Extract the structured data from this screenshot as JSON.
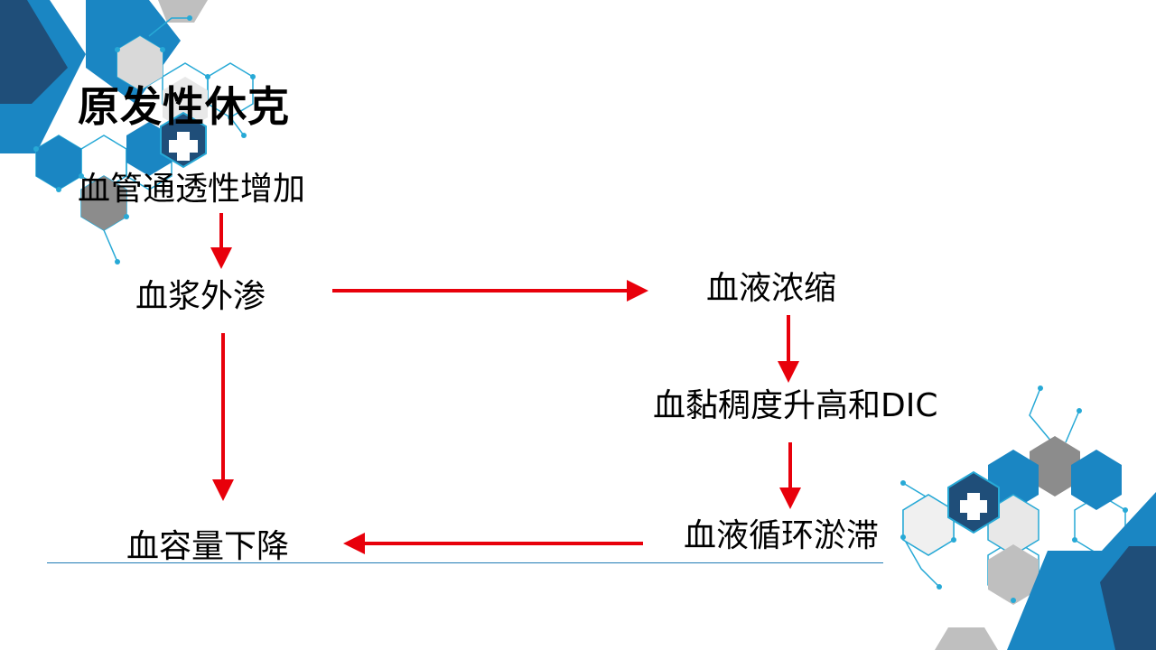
{
  "slide": {
    "title": "原发性休克",
    "nodes": {
      "vascular_permeability": "血管通透性增加",
      "plasma_leakage": "血浆外渗",
      "hemoconcentration": "血液浓缩",
      "viscosity_dic": "血黏稠度升高和DIC",
      "circulatory_stasis": "血液循环淤滞",
      "volume_decrease": "血容量下降"
    },
    "colors": {
      "arrow": "#e8000b",
      "blue": "#1a86c3",
      "dark_blue": "#1f4e79",
      "gray": "#8c8c8c",
      "light_gray": "#d9d9d9",
      "node_line": "#27a9d6"
    },
    "icons": [
      "medical-cross-icon",
      "medical-cross-icon"
    ]
  }
}
